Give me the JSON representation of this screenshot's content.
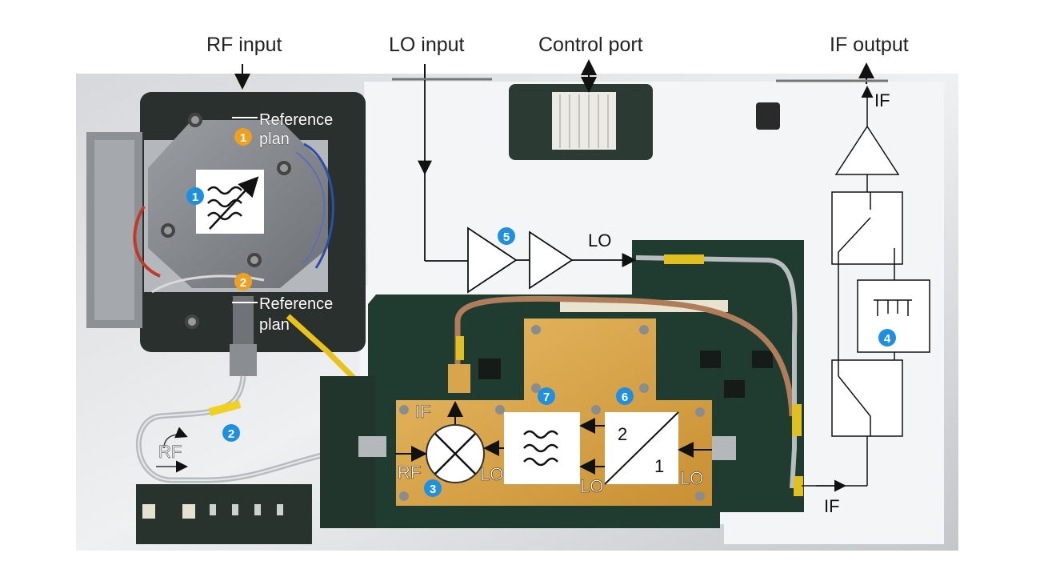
{
  "top_labels": {
    "rf_input": "RF input",
    "lo_input": "LO input",
    "control_port": "Control port",
    "if_output": "IF output"
  },
  "reference_plane_top": [
    "Reference",
    "plan"
  ],
  "reference_plane_bottom": [
    "Reference",
    "plan"
  ],
  "signals": {
    "rf_loop": "RF",
    "rf_mixer": "RF",
    "if_mixer": "IF",
    "lo_amp_out": "LO",
    "lo_filter": "LO",
    "lo_mixer": "LO",
    "lo_divider": "LO",
    "if_out_bottom": "IF",
    "if_out_top": "IF",
    "divider_num_top": "2",
    "divider_num_bottom": "1"
  },
  "markers": {
    "orange": [
      "1",
      "2"
    ],
    "blue": [
      "1",
      "2",
      "3",
      "4",
      "5",
      "6",
      "7"
    ]
  },
  "colors": {
    "orange_marker": "#f0a020",
    "blue_marker": "#1f8fe0",
    "plate": "#c9ccd0",
    "pcb_green": "#1f3a30",
    "gold_block": "#d9a54b"
  }
}
